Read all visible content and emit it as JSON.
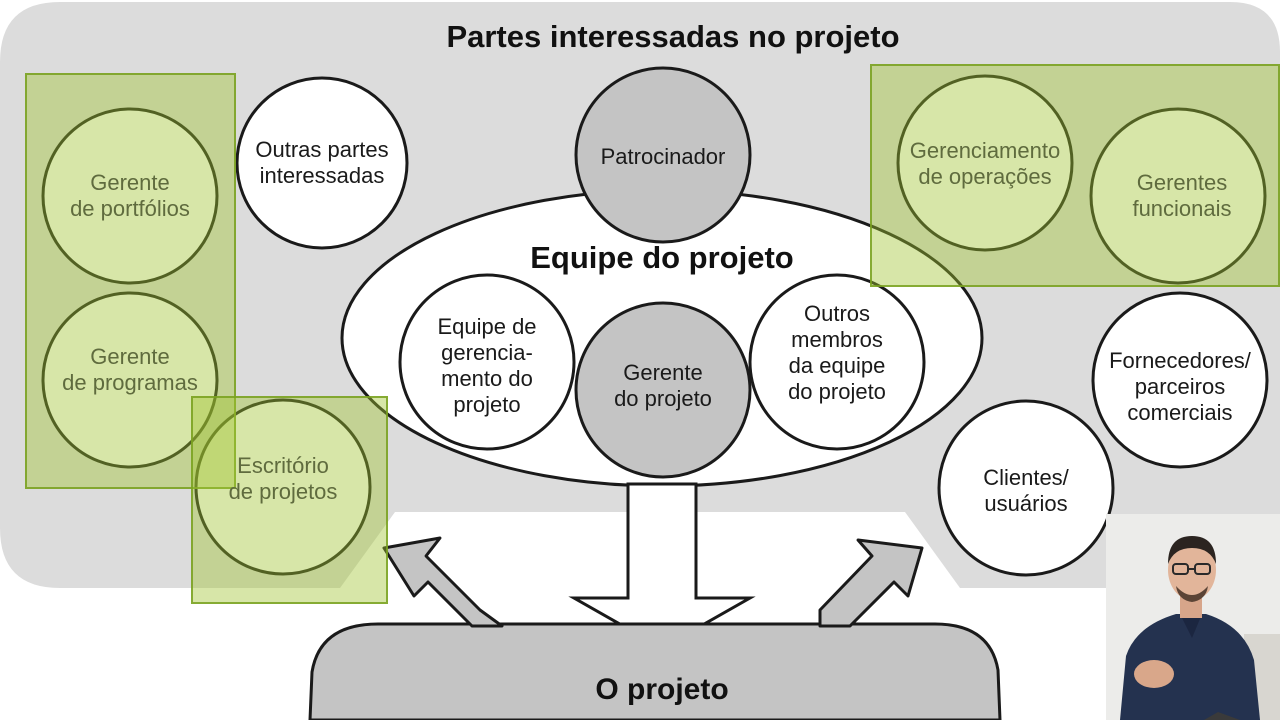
{
  "diagram": {
    "title": "Partes interessadas no projeto",
    "team_title": "Equipe do projeto",
    "project_title": "O projeto",
    "stakeholders": {
      "portfolio_manager": [
        "Gerente",
        "de portfólios"
      ],
      "program_manager": [
        "Gerente",
        "de programas"
      ],
      "pmo": [
        "Escritório",
        "de projetos"
      ],
      "other_stakeholders": [
        "Outras partes",
        "interessadas"
      ],
      "sponsor": [
        "Patrocinador"
      ],
      "operations_management": [
        "Gerenciamento",
        "de operações"
      ],
      "functional_managers": [
        "Gerentes",
        "funcionais"
      ],
      "suppliers": [
        "Fornecedores/",
        "parceiros",
        "comerciais"
      ],
      "customers": [
        "Clientes/",
        "usuários"
      ]
    },
    "team": {
      "management_team": [
        "Equipe de",
        "gerencia-",
        "mento do",
        "projeto"
      ],
      "project_manager": [
        "Gerente",
        "do projeto"
      ],
      "other_members": [
        "Outros",
        "membros",
        "da equipe",
        "do projeto"
      ]
    }
  },
  "colors": {
    "background_panel": "#dcdcdc",
    "node_gray": "#c4c4c4",
    "node_white": "#ffffff",
    "outline": "#1a1a1a",
    "highlight_fill": "#a0c430",
    "highlight_text": "#5f6b3e"
  }
}
